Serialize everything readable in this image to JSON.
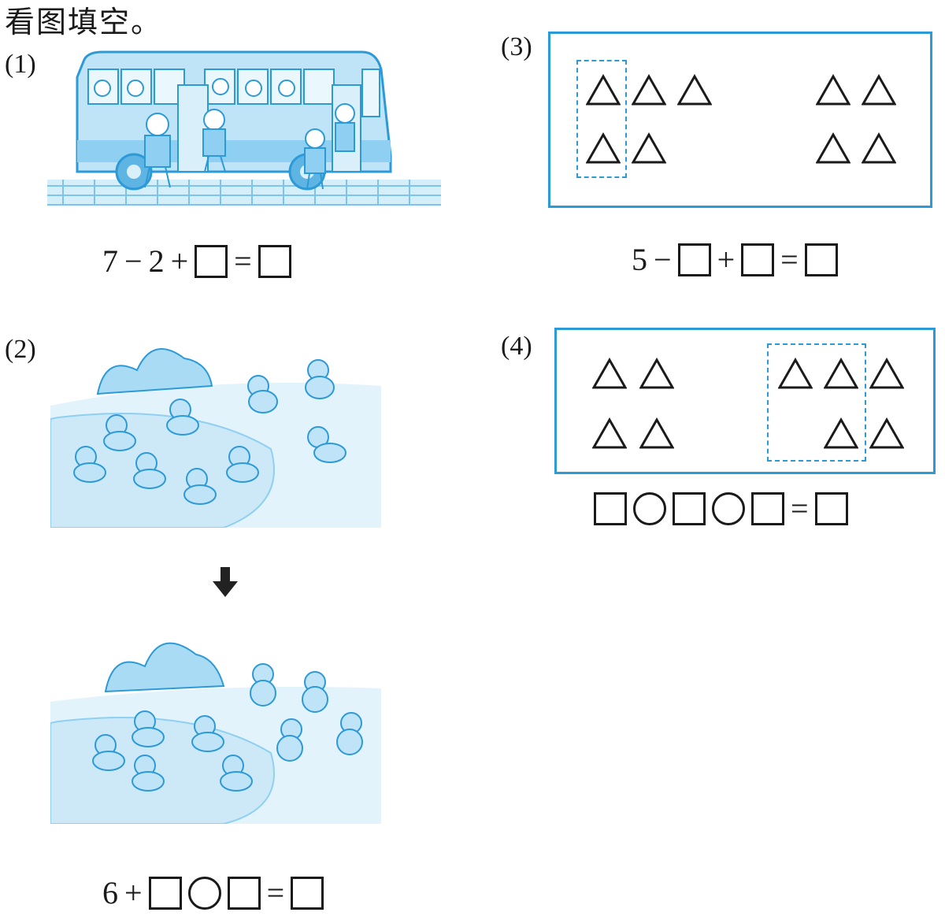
{
  "title": "看图填空。",
  "q1": {
    "label": "(1)",
    "eq_a": "7",
    "op1": "−",
    "eq_b": "2",
    "op2": "+",
    "eq_sign": "="
  },
  "q2": {
    "label": "(2)",
    "eq_a": "6",
    "op1": "+",
    "eq_sign": "="
  },
  "q3": {
    "label": "(3)",
    "eq_a": "5",
    "op1": "−",
    "op2": "+",
    "eq_sign": "="
  },
  "q4": {
    "label": "(4)",
    "eq_sign": "="
  },
  "icons": {
    "arrow": "down-arrow-icon",
    "triangle": "triangle-icon"
  },
  "colors": {
    "accent": "#2d9ad8",
    "picture": "#bfe3f7",
    "ink": "#1a1a1a"
  }
}
